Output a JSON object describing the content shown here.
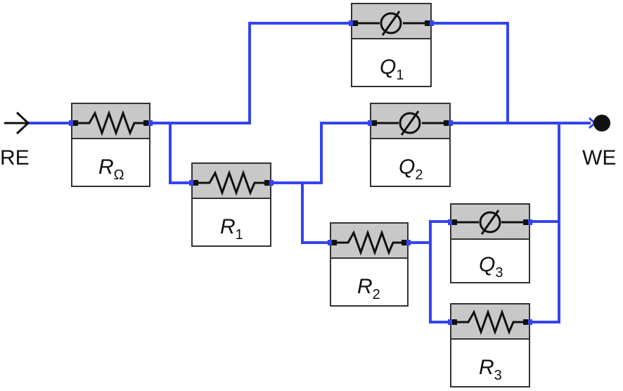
{
  "terminals": {
    "left": "RE",
    "right": "WE"
  },
  "components": {
    "r_omega": {
      "type": "resistor",
      "symbol": "R",
      "subscript": "Ω"
    },
    "r1": {
      "type": "resistor",
      "symbol": "R",
      "subscript": "1"
    },
    "r2": {
      "type": "resistor",
      "symbol": "R",
      "subscript": "2"
    },
    "r3": {
      "type": "resistor",
      "symbol": "R",
      "subscript": "3"
    },
    "q1": {
      "type": "constant-phase-element",
      "symbol": "Q",
      "subscript": "1"
    },
    "q2": {
      "type": "constant-phase-element",
      "symbol": "Q",
      "subscript": "2"
    },
    "q3": {
      "type": "constant-phase-element",
      "symbol": "Q",
      "subscript": "3"
    }
  },
  "colors": {
    "wire": "#3344ee",
    "component_body": "#c8c8c8"
  }
}
